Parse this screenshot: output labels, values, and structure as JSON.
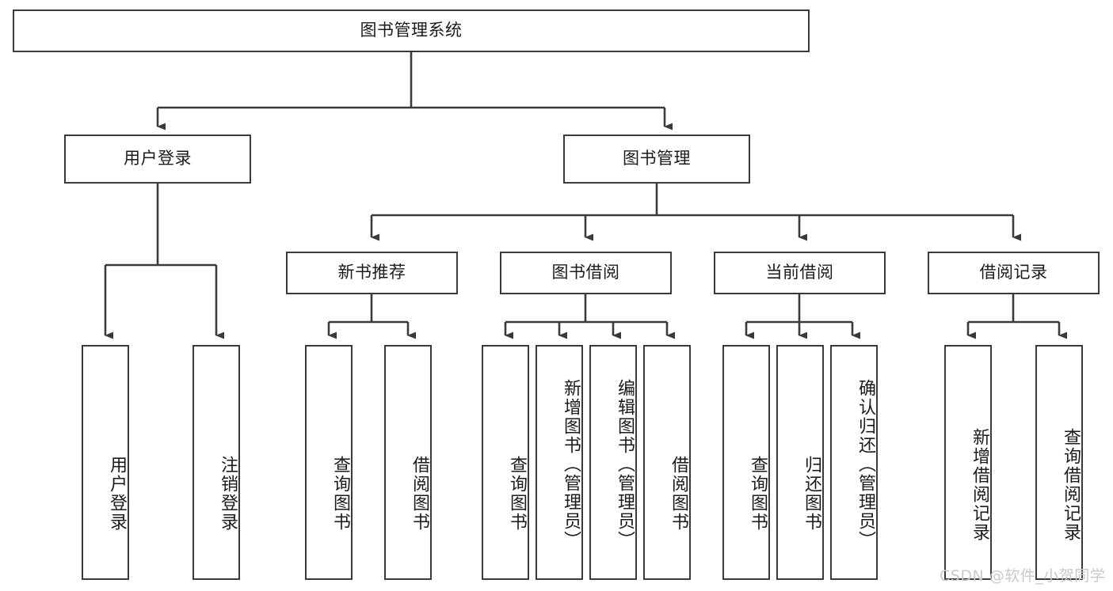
{
  "meta": {
    "title": "图书管理系统 功能结构图",
    "stroke_color": "#3a3a3a",
    "text_color": "#1b1b1b",
    "background": "#ffffff",
    "watermark_color": "#c9c9c9"
  },
  "watermark": {
    "text": "CSDN @软件_小贺同学"
  },
  "nodes": {
    "root": {
      "label": "图书管理系统"
    },
    "level2": [
      {
        "id": "user-login",
        "label": "用户登录"
      },
      {
        "id": "book-manage",
        "label": "图书管理"
      }
    ],
    "level3": [
      {
        "id": "new-book-recommend",
        "label": "新书推荐"
      },
      {
        "id": "book-borrow",
        "label": "图书借阅"
      },
      {
        "id": "current-borrow",
        "label": "当前借阅"
      },
      {
        "id": "borrow-record",
        "label": "借阅记录"
      }
    ],
    "leaves": {
      "user_login": [
        {
          "id": "leaf-user-login",
          "label": "用户登录"
        },
        {
          "id": "leaf-logout",
          "label": "注销登录"
        }
      ],
      "new_book_recommend": [
        {
          "id": "leaf-query-book-1",
          "label": "查询图书"
        },
        {
          "id": "leaf-borrow-book-1",
          "label": "借阅图书"
        }
      ],
      "book_borrow": [
        {
          "id": "leaf-query-book-2",
          "label": "查询图书"
        },
        {
          "id": "leaf-add-book",
          "label": "新增图书（管理员）"
        },
        {
          "id": "leaf-edit-book",
          "label": "编辑图书（管理员）"
        },
        {
          "id": "leaf-borrow-book-2",
          "label": "借阅图书"
        }
      ],
      "current_borrow": [
        {
          "id": "leaf-query-book-3",
          "label": "查询图书"
        },
        {
          "id": "leaf-return-book",
          "label": "归还图书"
        },
        {
          "id": "leaf-confirm-return",
          "label": "确认归还（管理员）"
        }
      ],
      "borrow_record": [
        {
          "id": "leaf-add-record",
          "label": "新增借阅记录"
        },
        {
          "id": "leaf-query-record",
          "label": "查询借阅记录"
        }
      ]
    }
  }
}
